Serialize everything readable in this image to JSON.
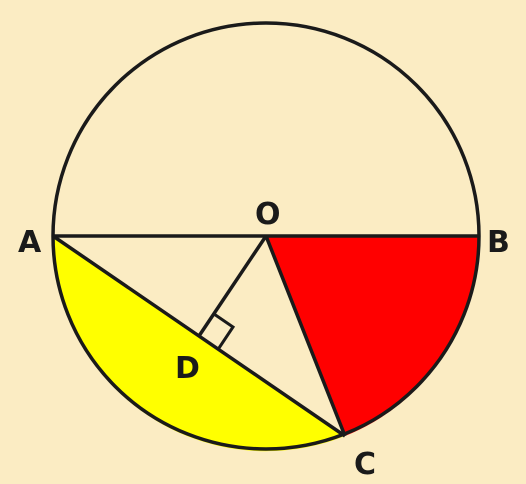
{
  "diagram": {
    "points": {
      "A": "A",
      "B": "B",
      "O": "O",
      "C": "C",
      "D": "D"
    },
    "colors": {
      "background": "#fbecc3",
      "segment_fill": "#ffff00",
      "sector_fill": "#ff0000",
      "stroke": "#1a1a1a"
    }
  }
}
